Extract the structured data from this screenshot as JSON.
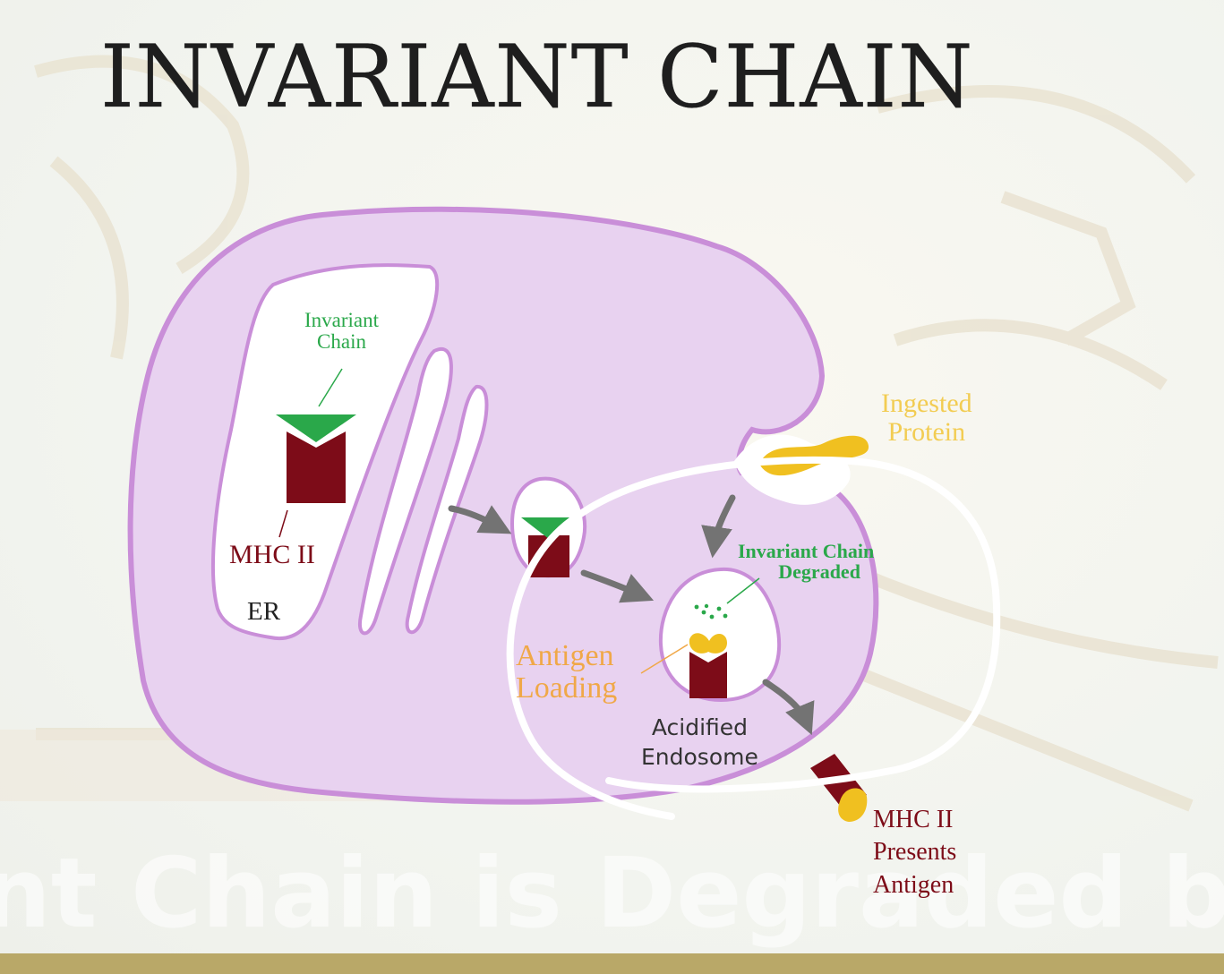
{
  "title": "INVARIANT CHAIN",
  "background_caption": "nt Chain is Degraded by",
  "labels": {
    "invariant_chain": [
      "Invariant",
      "Chain"
    ],
    "mhc_ii": "MHC II",
    "er": "ER",
    "ingested_protein": [
      "Ingested",
      "Protein"
    ],
    "invariant_chain_degraded": [
      "Invariant Chain",
      "Degraded"
    ],
    "antigen_loading": [
      "Antigen",
      "Loading"
    ],
    "acidified_endosome": [
      "Acidified",
      "Endosome"
    ],
    "mhc_presents": [
      "MHC II",
      "Presents",
      "Antigen"
    ]
  },
  "colors": {
    "cell_fill": "#e8d2f0",
    "cell_stroke": "#c98ed8",
    "mhc": "#7d0c18",
    "invariant": "#2aa84a",
    "antigen": "#f0c020",
    "ingested_text": "#f2cc52",
    "antigen_text": "#f0a848",
    "annotation": "#ffffff"
  }
}
